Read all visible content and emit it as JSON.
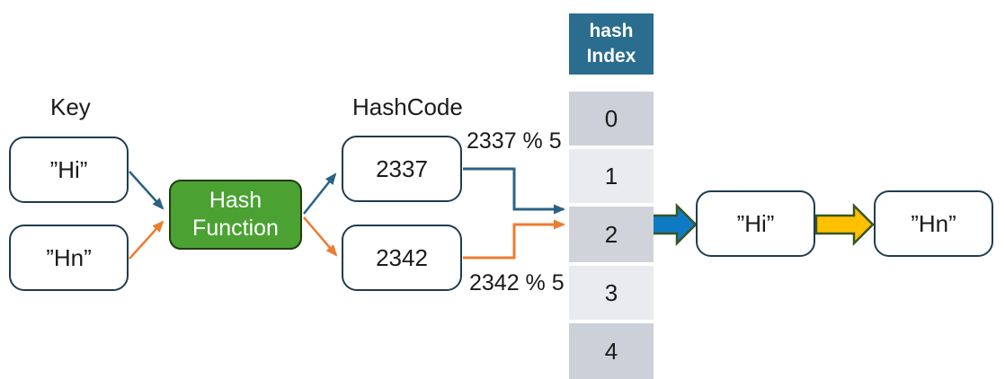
{
  "labels": {
    "key": "Key",
    "hashcode": "HashCode",
    "mod_top": "2337 % 5",
    "mod_bottom": "2342 % 5"
  },
  "key_boxes": [
    {
      "text": "”Hi”"
    },
    {
      "text": "”Hn”"
    }
  ],
  "hash_function": {
    "label": "Hash Function"
  },
  "hashcode_boxes": [
    {
      "value": "2337"
    },
    {
      "value": "2342"
    }
  ],
  "hash_table": {
    "header": "hash Index",
    "cells": [
      "0",
      "1",
      "2",
      "3",
      "4"
    ],
    "highlighted_index": "2"
  },
  "chain_boxes": [
    {
      "text": "”Hi”"
    },
    {
      "text": "”Hn”"
    }
  ],
  "colors": {
    "table_header": "#2a6d8e",
    "cell_dark": "#ccd0d9",
    "cell_light": "#e9ebef",
    "box_border": "#1e3c50",
    "green_fill": "#4ba233",
    "green_border": "#223a14",
    "arrow_blue": "#2a6284",
    "arrow_orange": "#ed7c30",
    "block_arrow_blue": "#0f7ac4",
    "block_arrow_yellow": "#ffc000",
    "block_arrow_border": "#375623"
  }
}
